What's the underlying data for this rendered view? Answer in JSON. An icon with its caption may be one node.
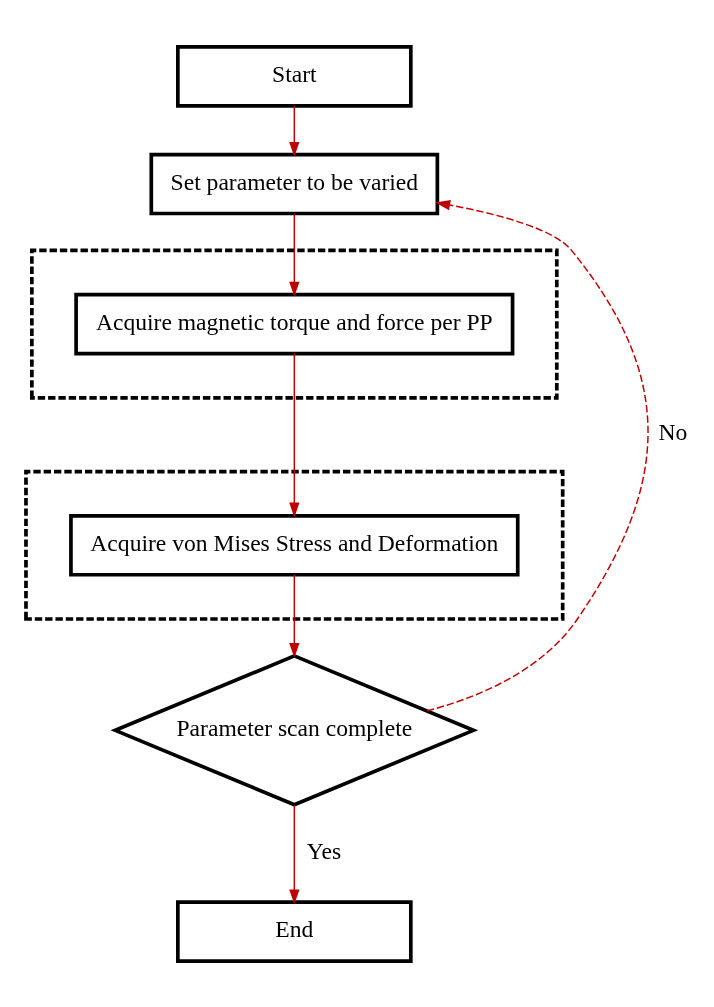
{
  "diagram": {
    "nodes": [
      {
        "text": [
          "Start"
        ]
      },
      {
        "text": [
          "Set parameter to be varied"
        ]
      },
      {
        "text": [],
        "shape": "box"
      },
      {
        "text": [
          "Acquire magnetic torque and force per PP"
        ],
        "in": 2
      },
      {
        "text": [],
        "shape": "box"
      },
      {
        "text": [
          "Acquire von Mises Stress and Deformation"
        ],
        "in": 4
      },
      {
        "text": [
          "Parameter scan complete"
        ]
      },
      {
        "text": [
          "End"
        ]
      }
    ],
    "edges": [
      {
        "from": 0,
        "to": 1,
        "arrow": "to"
      },
      {
        "from": 1,
        "to": 3,
        "arrow": "to"
      },
      {
        "from": 3,
        "to": 5,
        "arrow": "to"
      },
      {
        "from": 5,
        "to": 6,
        "arrow": "to"
      },
      {
        "from": 6,
        "to": 7,
        "arrow": "to",
        "label": "Yes"
      },
      {
        "from": 6,
        "to": 1,
        "arrow": "to",
        "label": "No",
        "style": "dashed"
      }
    ]
  }
}
